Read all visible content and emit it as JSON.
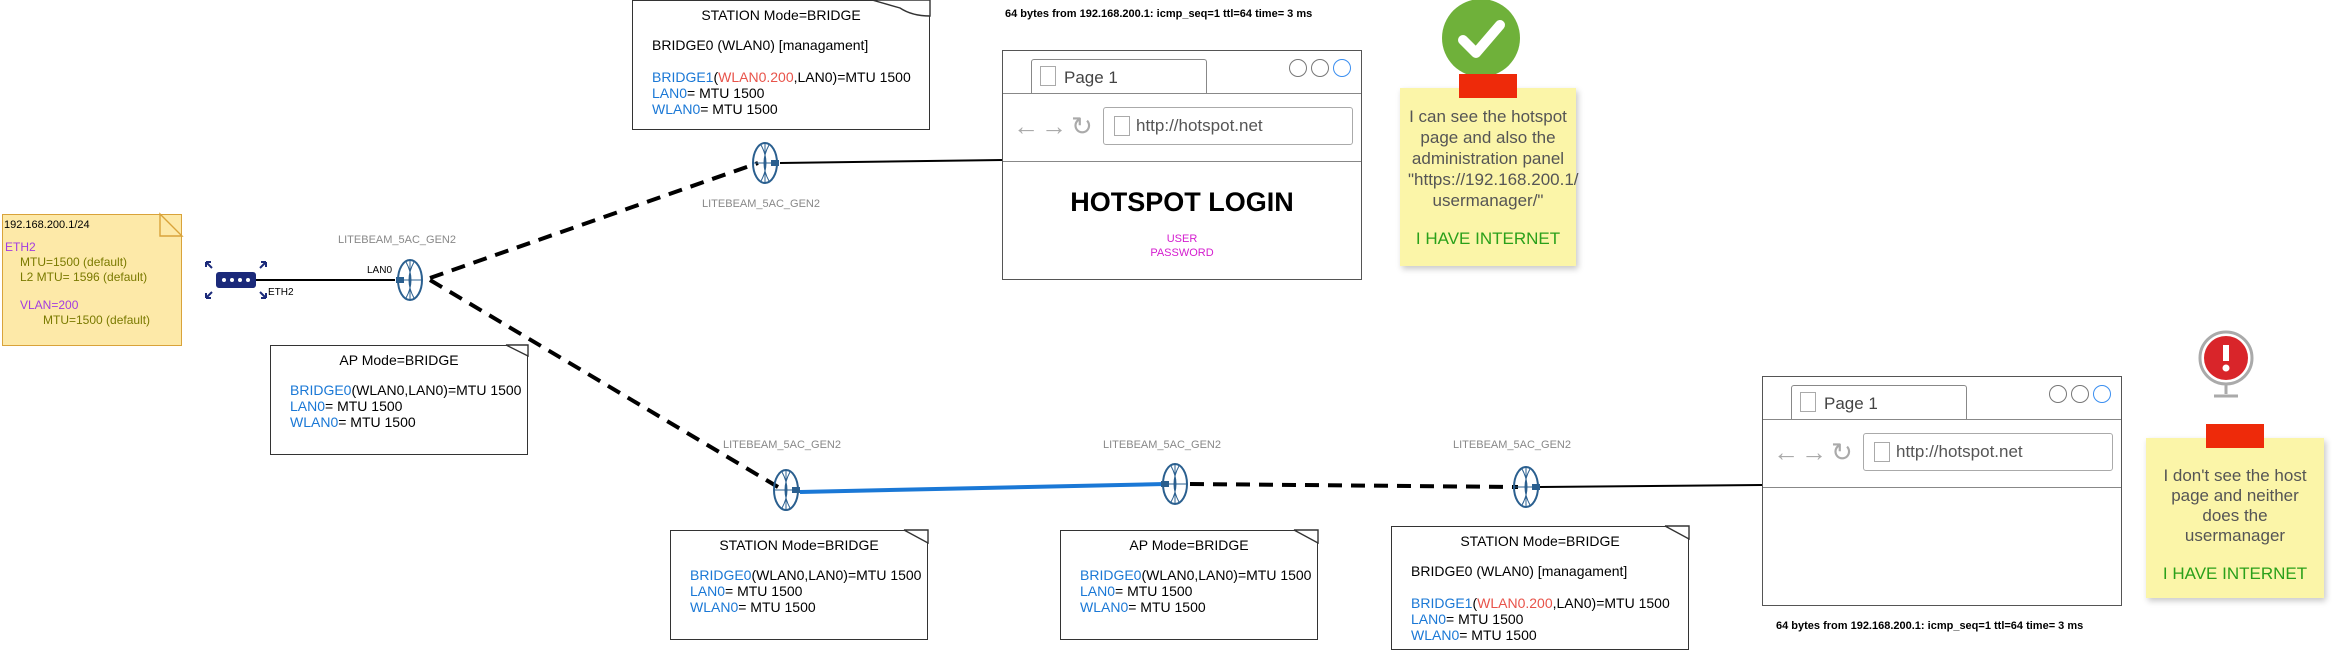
{
  "ip_note": {
    "address": "192.168.200.1/24",
    "iface": "ETH2",
    "mtu": "MTU=1500 (default)",
    "l2mtu": "L2 MTU= 1596 (default)",
    "vlan": "VLAN=200",
    "vlan_mtu": "MTU=1500 (default)"
  },
  "router": {
    "port_label": "ETH2"
  },
  "ap_main": {
    "device_label": "LITEBEAM_5AC_GEN2",
    "port_label": "LAN0"
  },
  "ap_main_note": {
    "title": "AP Mode=BRIDGE",
    "b0_name": "BRIDGE0",
    "b0_rest": "(WLAN0,LAN0)=MTU 1500",
    "lan_name": "LAN0",
    "lan_rest": "= MTU 1500",
    "wlan_name": "WLAN0",
    "wlan_rest": "= MTU 1500"
  },
  "station_top": {
    "device_label": "LITEBEAM_5AC_GEN2"
  },
  "station_top_note": {
    "title": "STATION Mode=BRIDGE",
    "mgmt": "BRIDGE0 (WLAN0) [managament]",
    "b1_name": "BRIDGE1",
    "b1_open": "(",
    "b1_vlan": "WLAN0.200",
    "b1_rest": ",LAN0)=MTU 1500",
    "lan_name": "LAN0",
    "lan_rest": "= MTU 1500",
    "wlan_name": "WLAN0",
    "wlan_rest": "= MTU 1500"
  },
  "ping_top": "64 bytes from 192.168.200.1: icmp_seq=1 ttl=64 time= 3 ms",
  "browser_top": {
    "tab": "Page 1",
    "url": "http://hotspot.net",
    "heading": "HOTSPOT LOGIN",
    "user": "USER",
    "password": "PASSWORD"
  },
  "sticky_top": {
    "text": "I can see the hotspot page and also the administration panel \"https://192.168.200.1/ usermanager/\"",
    "status": "I HAVE INTERNET"
  },
  "chain": {
    "dev1_label": "LITEBEAM_5AC_GEN2",
    "dev2_label": "LITEBEAM_5AC_GEN2",
    "dev3_label": "LITEBEAM_5AC_GEN2"
  },
  "chain_note1": {
    "title": "STATION Mode=BRIDGE",
    "b0_name": "BRIDGE0",
    "b0_rest": "(WLAN0,LAN0)=MTU 1500",
    "lan_name": "LAN0",
    "lan_rest": "= MTU 1500",
    "wlan_name": "WLAN0",
    "wlan_rest": "= MTU 1500"
  },
  "chain_note2": {
    "title": "AP Mode=BRIDGE",
    "b0_name": "BRIDGE0",
    "b0_rest": "(WLAN0,LAN0)=MTU 1500",
    "lan_name": "LAN0",
    "lan_rest": "= MTU 1500",
    "wlan_name": "WLAN0",
    "wlan_rest": "= MTU 1500"
  },
  "chain_note3": {
    "title": "STATION Mode=BRIDGE",
    "mgmt": "BRIDGE0 (WLAN0) [managament]",
    "b1_name": "BRIDGE1",
    "b1_open": "(",
    "b1_vlan": "WLAN0.200",
    "b1_rest": ",LAN0)=MTU 1500",
    "lan_name": "LAN0",
    "lan_rest": "= MTU 1500",
    "wlan_name": "WLAN0",
    "wlan_rest": "= MTU 1500"
  },
  "browser_bottom": {
    "tab": "Page 1",
    "url": "http://hotspot.net"
  },
  "ping_bottom": "64 bytes from 192.168.200.1: icmp_seq=1 ttl=64 time= 3 ms",
  "sticky_bottom": {
    "text": "I don't see the host page and neither does the usermanager",
    "status": "I HAVE INTERNET"
  },
  "colors": {
    "link_blue": "#1a78d6",
    "vlan_red": "#e8534a",
    "ok_green": "#6fb13a",
    "alert_red": "#d9252a",
    "sticky_yellow": "#fbf5a8"
  },
  "icons": [
    "router-icon",
    "antenna-icon",
    "checkmark-icon",
    "alert-icon",
    "browser-window-icon"
  ]
}
